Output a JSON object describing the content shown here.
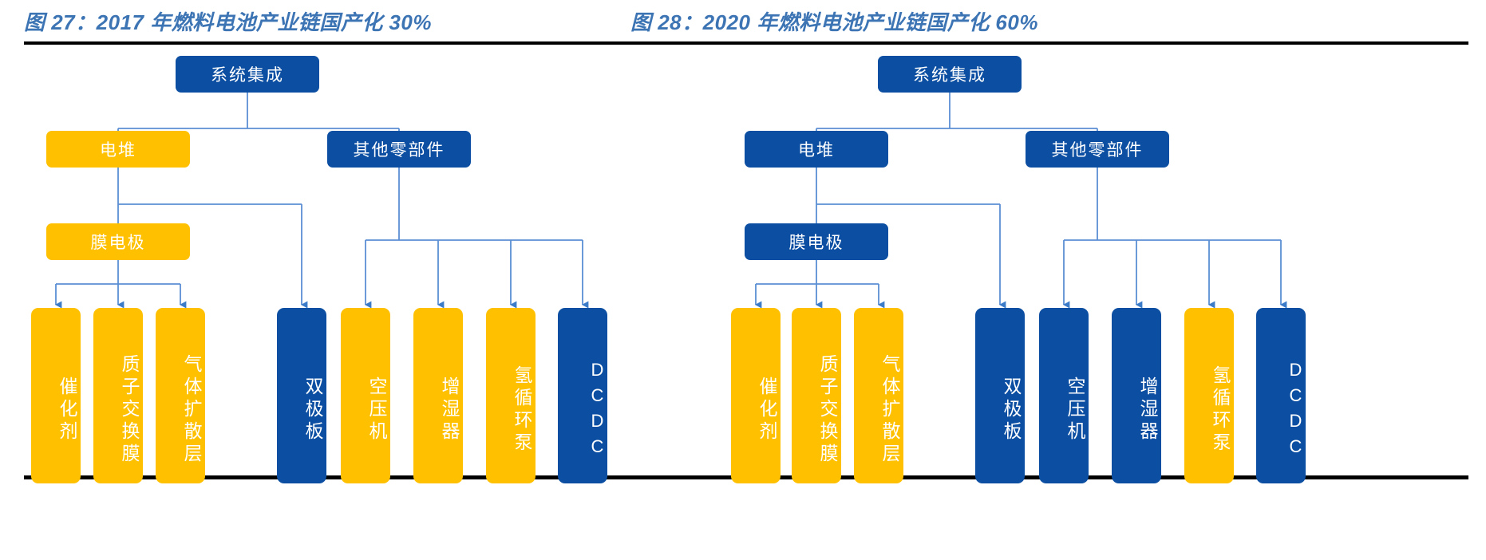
{
  "figures": [
    {
      "id": "fig-27",
      "title": "图 27：2017 年燃料电池产业链国产化 30%",
      "nodes": {
        "root": {
          "label": "系统集成",
          "color": "blue"
        },
        "stack": {
          "label": "电堆",
          "color": "yellow"
        },
        "other_parts": {
          "label": "其他零部件",
          "color": "blue"
        },
        "mea": {
          "label": "膜电极",
          "color": "yellow"
        }
      },
      "mea_children": [
        {
          "label": "催化剂",
          "color": "yellow"
        },
        {
          "label": "质子交换膜",
          "color": "yellow"
        },
        {
          "label": "气体扩散层",
          "color": "yellow"
        }
      ],
      "stack_children": [
        {
          "label": "双极板",
          "color": "blue"
        }
      ],
      "other_children": [
        {
          "label": "空压机",
          "color": "yellow"
        },
        {
          "label": "增湿器",
          "color": "yellow"
        },
        {
          "label": "氢循环泵",
          "color": "yellow"
        },
        {
          "label": "DCDC",
          "color": "blue",
          "latin": true
        }
      ]
    },
    {
      "id": "fig-28",
      "title": "图 28：2020 年燃料电池产业链国产化 60%",
      "nodes": {
        "root": {
          "label": "系统集成",
          "color": "blue"
        },
        "stack": {
          "label": "电堆",
          "color": "blue"
        },
        "other_parts": {
          "label": "其他零部件",
          "color": "blue"
        },
        "mea": {
          "label": "膜电极",
          "color": "blue"
        }
      },
      "mea_children": [
        {
          "label": "催化剂",
          "color": "yellow"
        },
        {
          "label": "质子交换膜",
          "color": "yellow"
        },
        {
          "label": "气体扩散层",
          "color": "yellow"
        }
      ],
      "stack_children": [
        {
          "label": "双极板",
          "color": "blue"
        }
      ],
      "other_children": [
        {
          "label": "空压机",
          "color": "blue"
        },
        {
          "label": "增湿器",
          "color": "blue"
        },
        {
          "label": "氢循环泵",
          "color": "yellow"
        },
        {
          "label": "DCDC",
          "color": "blue",
          "latin": true
        }
      ]
    }
  ],
  "colors": {
    "blue": "#0B4EA2",
    "yellow": "#FFC000",
    "connector": "#5B8FD4",
    "title": "#3C74B4",
    "rule": "#000000"
  }
}
